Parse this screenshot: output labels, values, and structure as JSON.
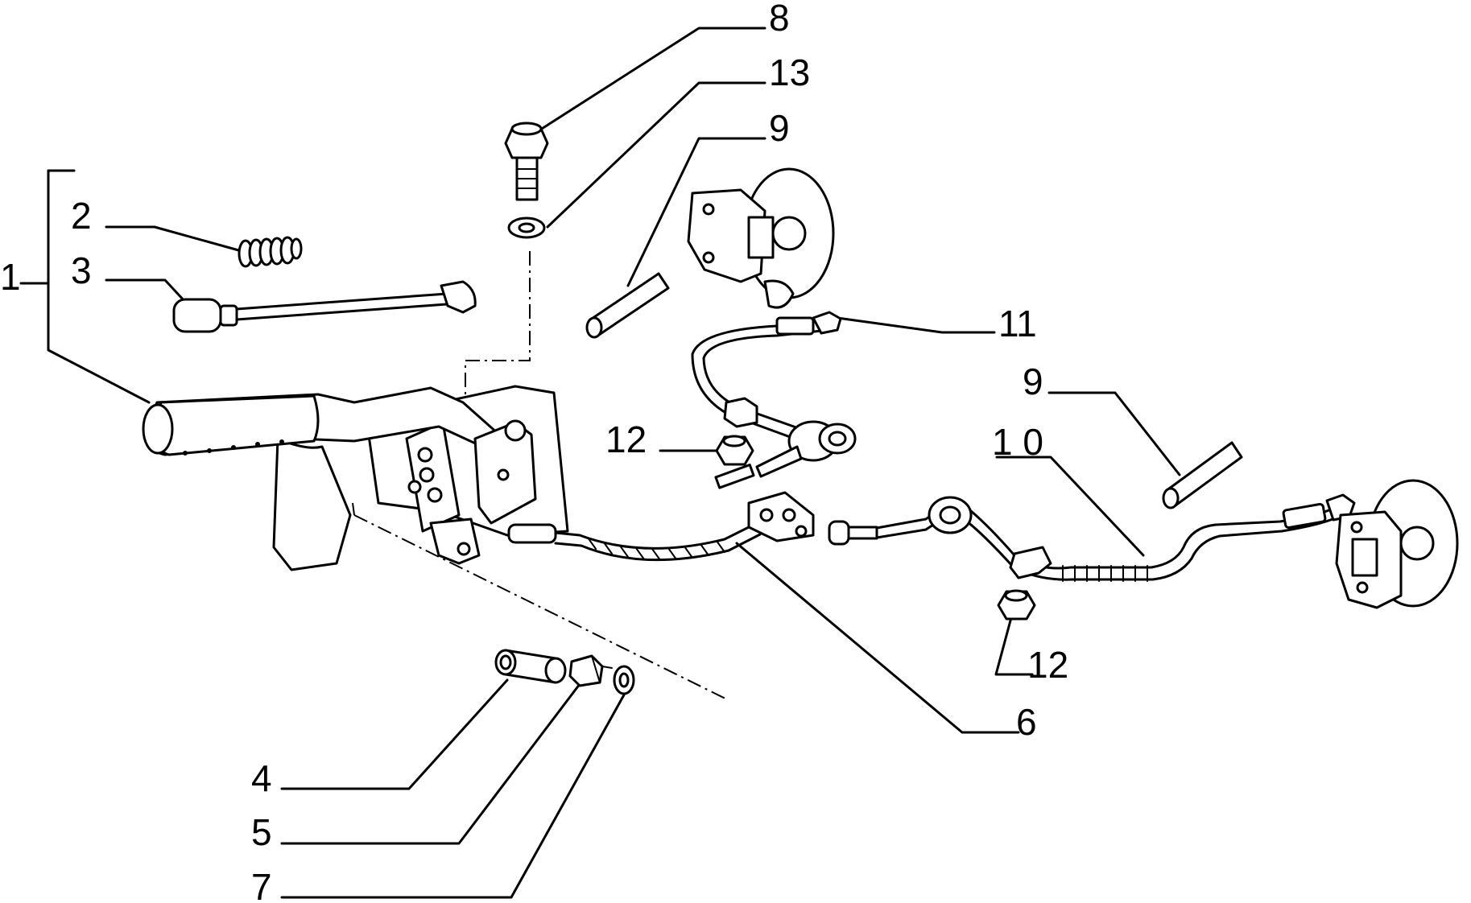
{
  "callouts": {
    "c1": "1",
    "c2": "2",
    "c3": "3",
    "c4": "4",
    "c5": "5",
    "c6": "6",
    "c7": "7",
    "c8": "8",
    "c9a": "9",
    "c9b": "9",
    "c10": "1 0",
    "c11": "11",
    "c12a": "12",
    "c12b": "12",
    "c13": "13"
  }
}
